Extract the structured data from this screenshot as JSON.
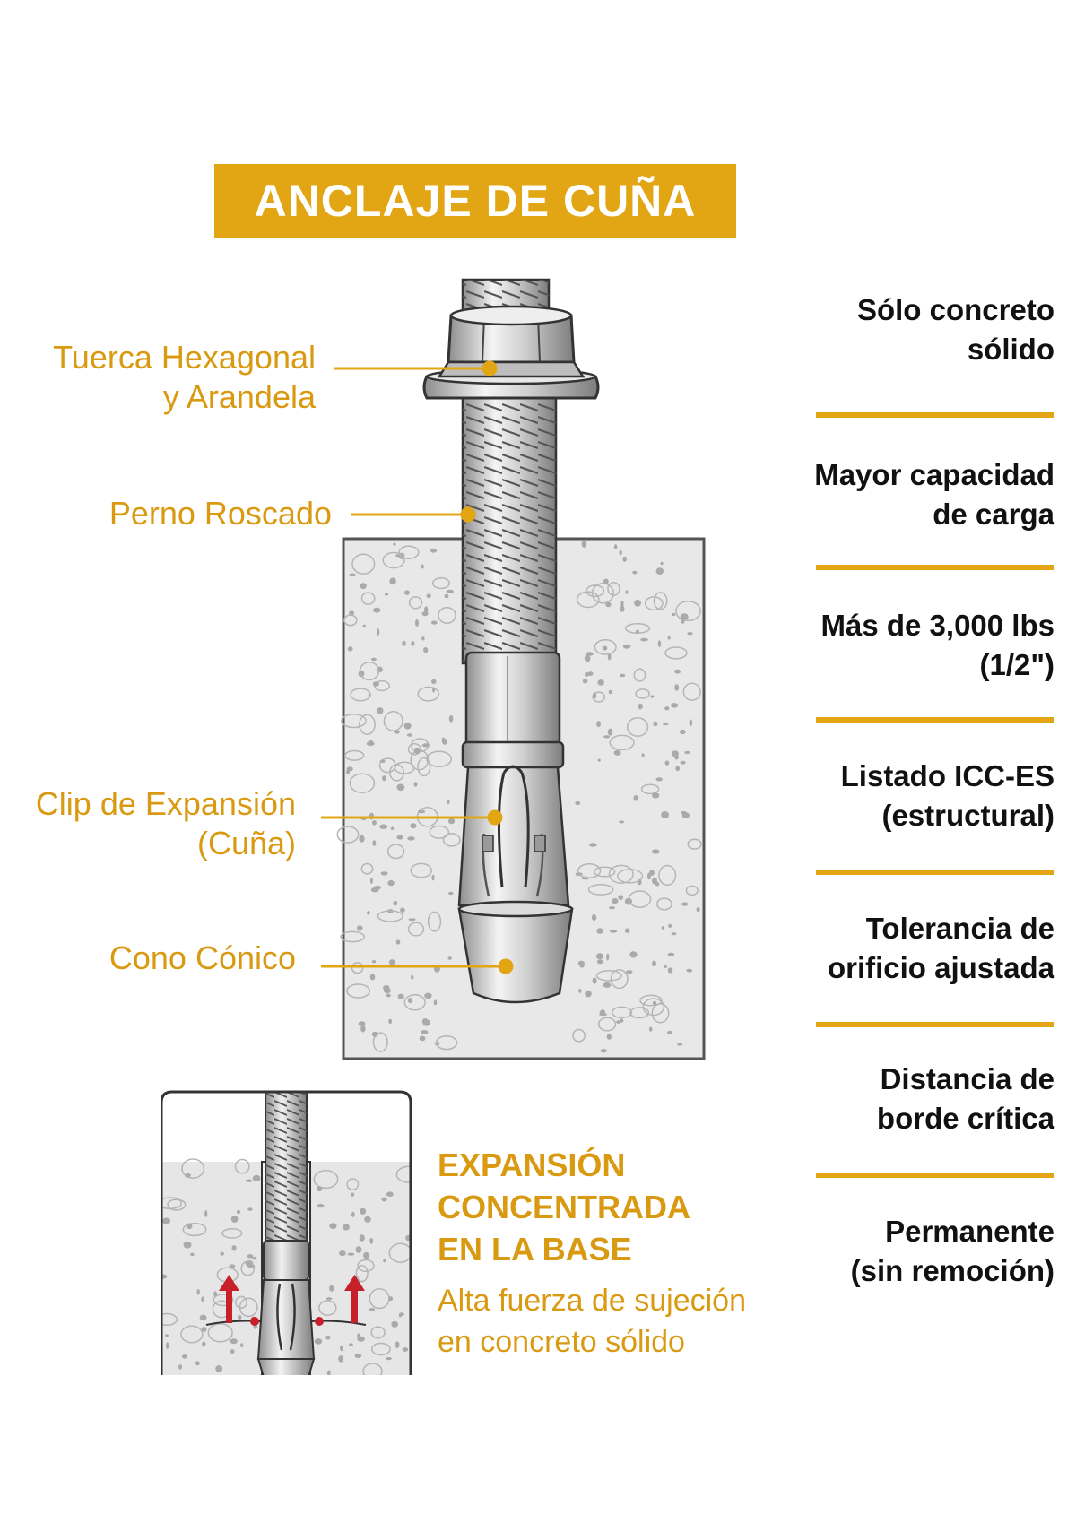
{
  "title": "ANCLAJE DE CUÑA",
  "callouts": {
    "nut": [
      "Tuerca Hexagonal",
      "y Arandela"
    ],
    "bolt": [
      "Perno Roscado"
    ],
    "clip": [
      "Clip de Expansión",
      "(Cuña)"
    ],
    "cone": [
      "Cono Cónico"
    ]
  },
  "features": [
    {
      "lines": [
        "Sólo concreto",
        "sólido"
      ]
    },
    {
      "lines": [
        "Mayor capacidad",
        "de carga"
      ]
    },
    {
      "lines": [
        "Más de 3,000 lbs",
        "(1/2\")"
      ]
    },
    {
      "lines": [
        "Listado ICC-ES",
        "(estructural)"
      ]
    },
    {
      "lines": [
        "Tolerancia de",
        "orificio ajustada"
      ]
    },
    {
      "lines": [
        "Distancia de",
        "borde crítica"
      ]
    },
    {
      "lines": [
        "Permanente",
        "(sin remoción)"
      ]
    }
  ],
  "detail": {
    "heading": [
      "EXPANSIÓN",
      "CONCENTRADA",
      "EN LA BASE"
    ],
    "subtext": [
      "Alta fuerza de sujeción",
      "en concreto sólido"
    ]
  },
  "colors": {
    "accent": "#E2A615",
    "label_text": "#D99A12",
    "feature_text": "#111111",
    "arrow": "#C8202A",
    "concrete": "#E6E6E6"
  },
  "icons": [
    "up-arrow-icon"
  ]
}
